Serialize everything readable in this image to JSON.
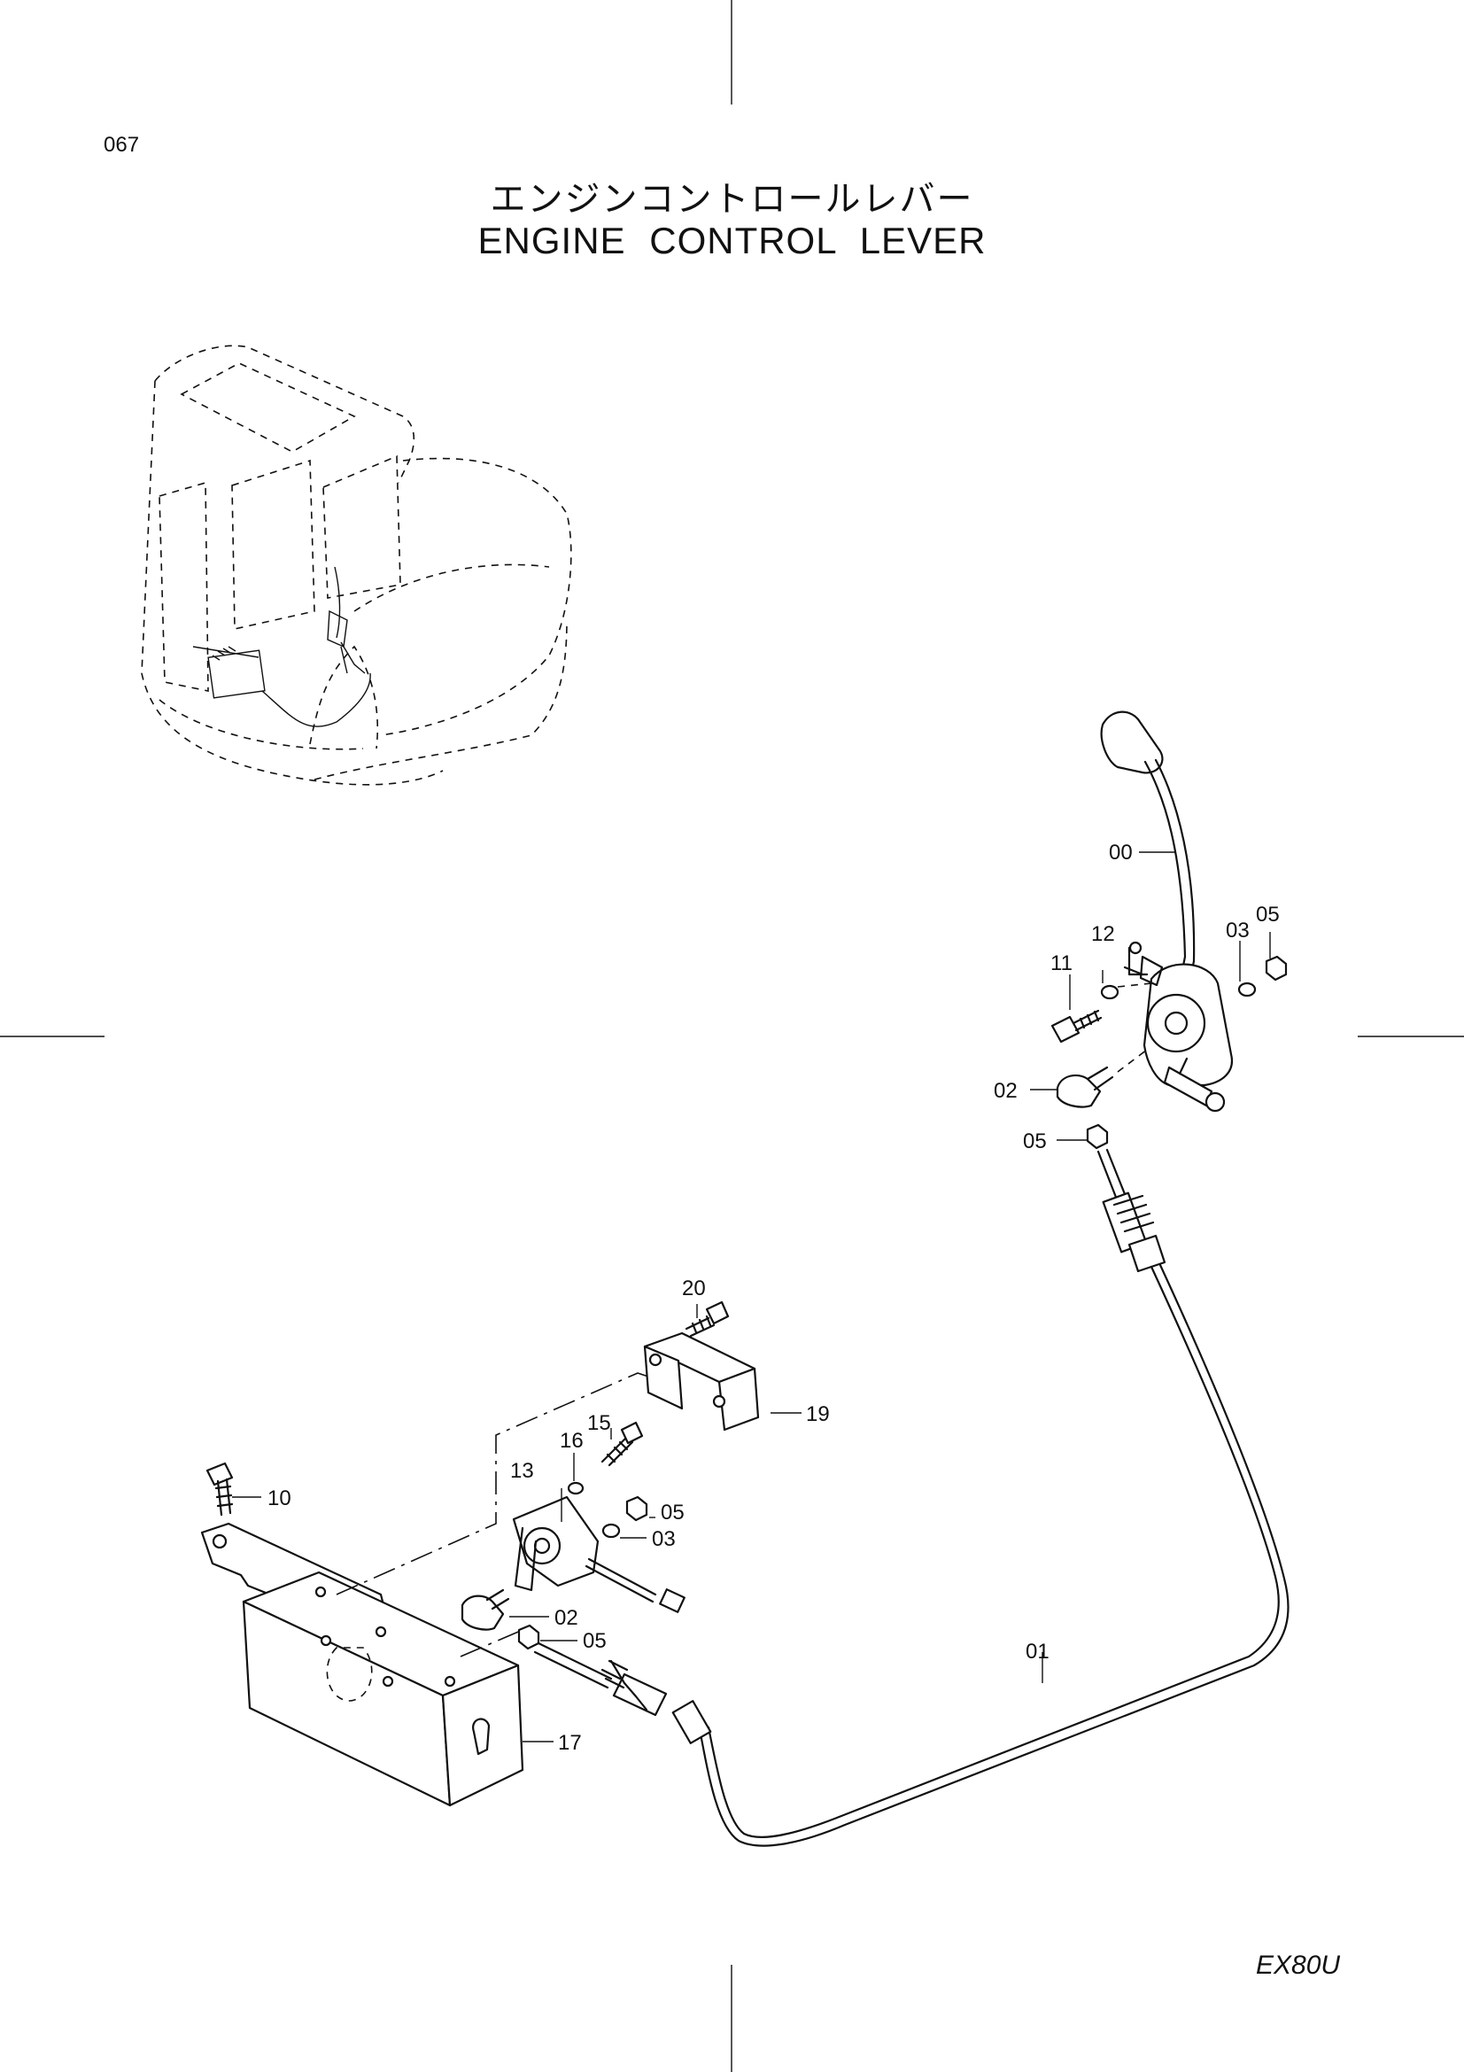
{
  "page": {
    "number": "067",
    "title_jp": "エンジンコントロールレバー",
    "title_en": "ENGINE  CONTROL  LEVER",
    "model": "EX80U"
  },
  "callouts": {
    "c00": "00",
    "c01": "01",
    "c02_top": "02",
    "c02_bottom": "02",
    "c03_top": "03",
    "c03_bottom": "03",
    "c05_top_a": "05",
    "c05_top_b": "05",
    "c05_bottom_a": "05",
    "c05_bottom_b": "05",
    "c10": "10",
    "c11": "11",
    "c12": "12",
    "c13": "13",
    "c15": "15",
    "c16": "16",
    "c17": "17",
    "c19": "19",
    "c20": "20"
  }
}
